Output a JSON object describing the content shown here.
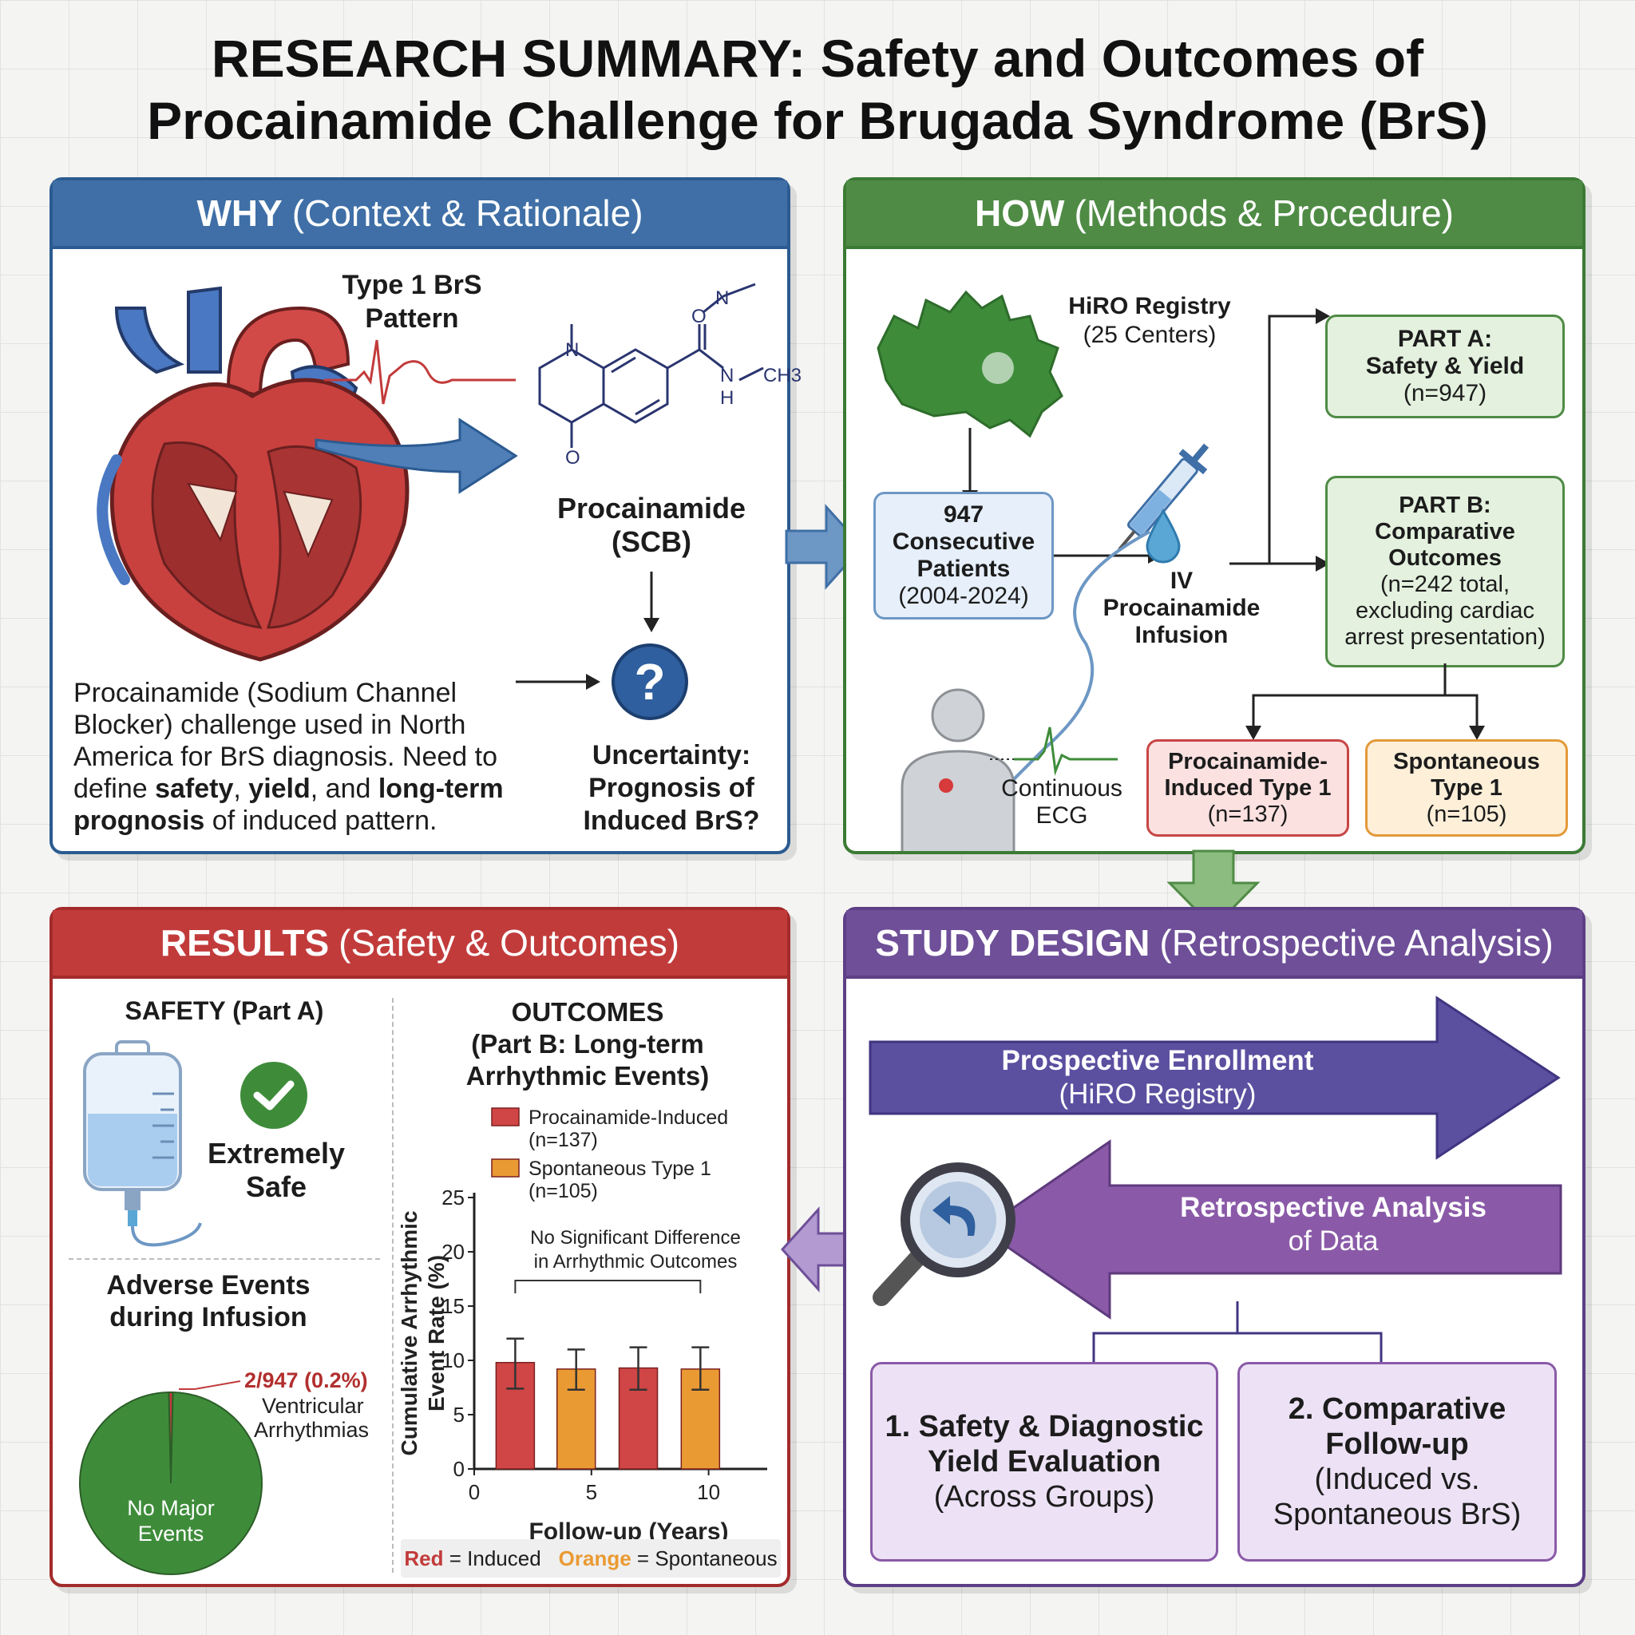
{
  "title": {
    "line1": "RESEARCH SUMMARY: Safety and Outcomes of",
    "line2": "Procainamide Challenge for Brugada Syndrome (BrS)"
  },
  "why": {
    "head_bold": "WHY",
    "head_rest": "(Context & Rationale)",
    "ecg_label_1": "Type 1 BrS",
    "ecg_label_2": "Pattern",
    "molecule_atoms": {
      "n1": "N",
      "o1": "O",
      "o2": "O",
      "n2": "N",
      "n3": "N",
      "h": "H",
      "ch3": "CH3"
    },
    "drug_label_1": "Procainamide",
    "drug_label_2": "(SCB)",
    "question_mark": "?",
    "uncertainty_1": "Uncertainty:",
    "uncertainty_2": "Prognosis of",
    "uncertainty_3": "Induced BrS?",
    "desc_1": "Procainamide (Sodium Channel",
    "desc_2": "Blocker) challenge used in North",
    "desc_3": "America for BrS diagnosis. Need to",
    "desc_4_a": "define ",
    "desc_4_b": "safety",
    "desc_4_c": ", ",
    "desc_4_d": "yield",
    "desc_4_e": ", and ",
    "desc_4_f": "long-term",
    "desc_5_a": "prognosis",
    "desc_5_b": " of induced pattern."
  },
  "how": {
    "head_bold": "HOW",
    "head_rest": "(Methods & Procedure)",
    "registry_1": "HiRO Registry",
    "registry_2": "(25 Centers)",
    "patients_1": "947",
    "patients_2": "Consecutive",
    "patients_3": "Patients",
    "patients_4": "(2004-2024)",
    "infusion_1": "IV",
    "infusion_2": "Procainamide",
    "infusion_3": "Infusion",
    "ecg_1": "Continuous",
    "ecg_2": "ECG",
    "part_a_1": "PART A:",
    "part_a_2": "Safety & Yield",
    "part_a_3": "(n=947)",
    "part_b_1": "PART B:",
    "part_b_2": "Comparative",
    "part_b_3": "Outcomes",
    "part_b_4": "(n=242 total,",
    "part_b_5": "excluding cardiac",
    "part_b_6": "arrest presentation)",
    "induced_1": "Procainamide-",
    "induced_2": "Induced Type 1",
    "induced_3": "(n=137)",
    "spont_1": "Spontaneous",
    "spont_2": "Type 1",
    "spont_3": "(n=105)"
  },
  "results": {
    "head_bold": "RESULTS",
    "head_rest": "(Safety & Outcomes)",
    "safety_title": "SAFETY (Part A)",
    "safe_1": "Extremely",
    "safe_2": "Safe",
    "adverse_1": "Adverse Events",
    "adverse_2": "during Infusion",
    "pie_label_1": "2/947 (0.2%)",
    "pie_label_2": "Ventricular",
    "pie_label_3": "Arrhythmias",
    "pie_inside_1": "No Major",
    "pie_inside_2": "Events",
    "outcomes_1": "OUTCOMES",
    "outcomes_2": "(Part B: Long-term",
    "outcomes_3": "Arrhythmic Events)",
    "annot_1": "No Significant Difference",
    "annot_2": "in Arrhythmic Outcomes",
    "footer_red": "Red",
    "footer_eq1": " = Induced",
    "footer_orange": "Orange",
    "footer_eq2": " = Spontaneous"
  },
  "design": {
    "head_bold": "STUDY DESIGN",
    "head_rest": "(Retrospective Analysis)",
    "prosp_1": "Prospective Enrollment",
    "prosp_2": "(HiRO Registry)",
    "retro_1": "Retrospective Analysis",
    "retro_2": "of Data",
    "box1_1": "1. Safety & Diagnostic",
    "box1_2": "Yield Evaluation",
    "box1_3": "(Across Groups)",
    "box2_1": "2. Comparative",
    "box2_2": "Follow-up",
    "box2_3": "(Induced vs.",
    "box2_4": "Spontaneous BrS)"
  },
  "colors": {
    "why_blue": "#3f6fa6",
    "how_green": "#4f8b45",
    "results_red": "#c23b3b",
    "design_purple": "#6e4f98",
    "induced_red": "#d04545",
    "spont_orange": "#ea9a33"
  },
  "icons": [
    "heart-icon",
    "ecg-trace-icon",
    "molecule-icon",
    "question-icon",
    "canada-map-icon",
    "syringe-icon",
    "droplet-icon",
    "patient-silhouette-icon",
    "iv-bag-icon",
    "checkmark-icon",
    "magnifier-icon"
  ],
  "chart_data": {
    "type": "bar",
    "xlabel": "Follow-up (Years)",
    "ylabel": "Cumulative Arrhythmic Event Rate (%)",
    "ylim": [
      0,
      25
    ],
    "yticks": [
      0,
      5,
      10,
      15,
      20,
      25
    ],
    "xticks": [
      0,
      5,
      10
    ],
    "xlim": [
      0,
      12.5
    ],
    "legend_position": "top-right",
    "series": [
      {
        "name": "Procainamide-Induced",
        "name_sub": "(n=137)",
        "color": "#d04545",
        "points": [
          {
            "x": 1.75,
            "y": 9.8,
            "err_low": 7.4,
            "err_high": 12.0
          },
          {
            "x": 7.0,
            "y": 9.3,
            "err_low": 7.3,
            "err_high": 11.2
          }
        ]
      },
      {
        "name": "Spontaneous Type 1",
        "name_sub": "(n=105)",
        "color": "#ea9a33",
        "points": [
          {
            "x": 4.35,
            "y": 9.2,
            "err_low": 7.3,
            "err_high": 11.0
          },
          {
            "x": 9.65,
            "y": 9.2,
            "err_low": 7.3,
            "err_high": 11.2
          }
        ]
      }
    ]
  },
  "pie_data": {
    "type": "pie",
    "slices": [
      {
        "label": "No Major Events",
        "value": 945,
        "color": "#3e8c3a"
      },
      {
        "label": "Ventricular Arrhythmias",
        "value": 2,
        "color": "#c23b3b"
      }
    ]
  }
}
